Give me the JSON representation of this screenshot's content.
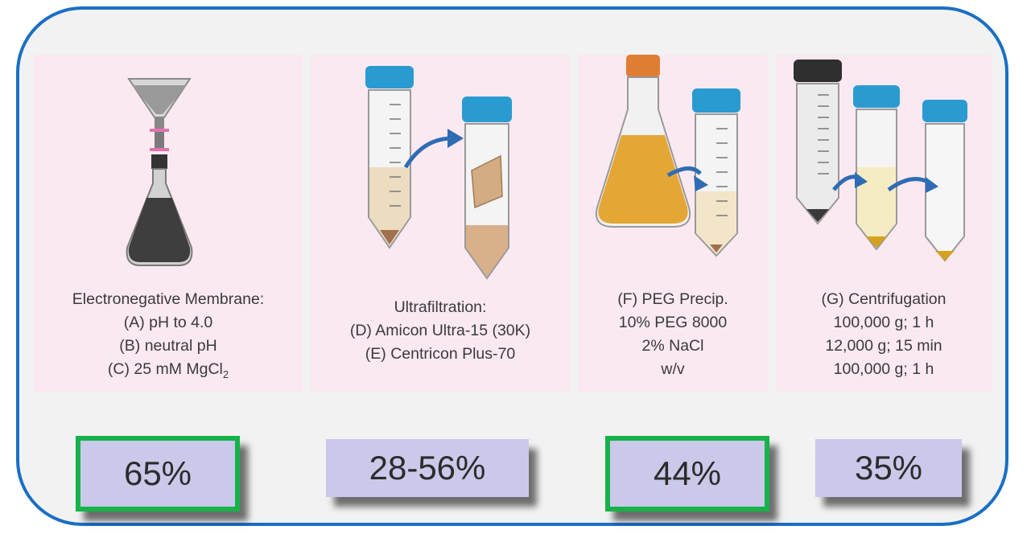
{
  "panels": [
    {
      "icon": "flask-filter-icon",
      "lines": [
        "Electronegative Membrane:",
        "(A) pH to 4.0",
        "(B) neutral pH"
      ],
      "last_line": {
        "prefix": "(C) 25 mM MgCl",
        "subscript": "2"
      }
    },
    {
      "icon": "ultrafiltration-tubes-icon",
      "lines": [
        "Ultrafiltration:",
        "(D) Amicon Ultra-15 (30K)",
        "(E) Centricon Plus-70"
      ]
    },
    {
      "icon": "peg-flask-tube-icon",
      "lines": [
        "(F) PEG Precip.",
        "10% PEG 8000",
        "2% NaCl",
        "w/v"
      ]
    },
    {
      "icon": "centrifuge-tubes-icon",
      "lines": [
        "(G) Centrifugation",
        "100,000 g; 1 h",
        "12,000 g; 15 min",
        "100,000 g; 1 h"
      ]
    }
  ],
  "results": [
    {
      "value": "65%",
      "highlighted": true
    },
    {
      "value": "28-56%",
      "highlighted": false
    },
    {
      "value": "44%",
      "highlighted": true
    },
    {
      "value": "35%",
      "highlighted": false
    }
  ],
  "colors": {
    "frame": "#1a6fc4",
    "panel": "#fbe9f2",
    "result": "#cac9ea",
    "highlight": "#17b24a",
    "tube_cap": "#2a9bd0",
    "arrow": "#2f6cb3"
  }
}
